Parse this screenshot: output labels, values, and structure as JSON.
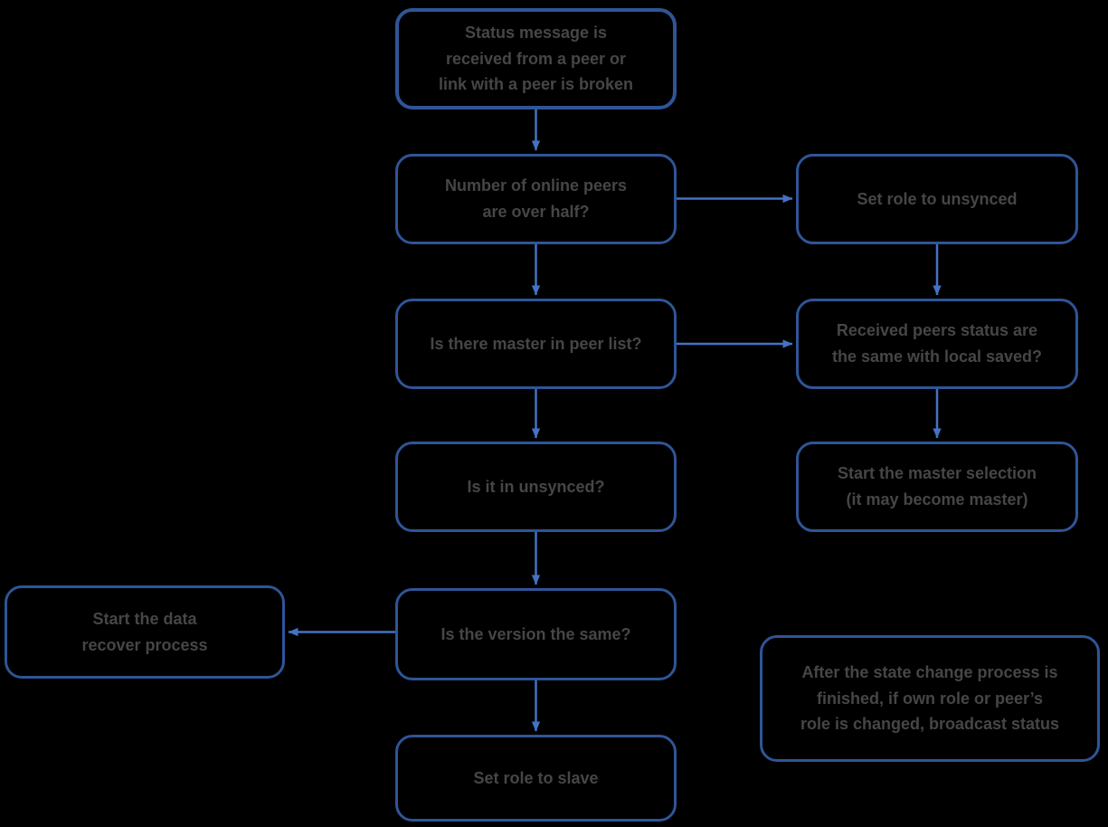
{
  "diagram": {
    "type": "flowchart",
    "background_color": "#000000",
    "box_border_color": "#2F5597",
    "arrow_color": "#4472C4",
    "text_color": "#464646",
    "nodes": {
      "status_message": {
        "label": "Status message is\nreceived from a peer or\nlink with a peer is broken"
      },
      "online_peers": {
        "label": "Number of online peers\nare over half?"
      },
      "set_role_unsynced": {
        "label": "Set role to unsynced"
      },
      "master_in_list": {
        "label": "Is there master in peer list?"
      },
      "received_status": {
        "label": "Received peers status are\nthe same with local saved?"
      },
      "in_unsynced": {
        "label": "Is it in unsynced?"
      },
      "master_selection": {
        "label": "Start the master selection\n(it may become master)"
      },
      "data_recover": {
        "label": "Start the data\nrecover process"
      },
      "version_same": {
        "label": "Is the version the same?"
      },
      "note": {
        "label": "After the state change process is\nfinished, if own role or peer’s\nrole is changed, broadcast status"
      },
      "set_role_slave": {
        "label": "Set role to slave"
      }
    },
    "edges": [
      {
        "from": "status_message",
        "to": "online_peers",
        "direction": "down"
      },
      {
        "from": "online_peers",
        "to": "set_role_unsynced",
        "direction": "right"
      },
      {
        "from": "online_peers",
        "to": "master_in_list",
        "direction": "down"
      },
      {
        "from": "set_role_unsynced",
        "to": "received_status",
        "direction": "down"
      },
      {
        "from": "master_in_list",
        "to": "received_status",
        "direction": "right"
      },
      {
        "from": "master_in_list",
        "to": "in_unsynced",
        "direction": "down"
      },
      {
        "from": "received_status",
        "to": "master_selection",
        "direction": "down"
      },
      {
        "from": "in_unsynced",
        "to": "version_same",
        "direction": "down"
      },
      {
        "from": "version_same",
        "to": "data_recover",
        "direction": "left"
      },
      {
        "from": "version_same",
        "to": "set_role_slave",
        "direction": "down"
      }
    ]
  }
}
